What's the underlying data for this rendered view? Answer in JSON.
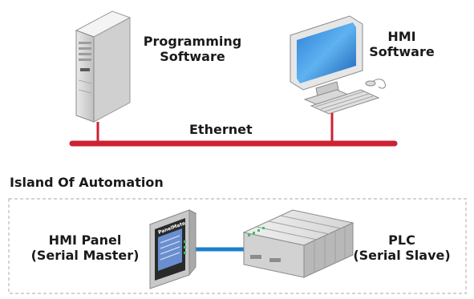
{
  "nodes": {
    "programming": {
      "line1": "Programming",
      "line2": "Software"
    },
    "hmi_pc": {
      "line1": "HMI",
      "line2": "Software"
    },
    "hmi_panel": {
      "line1": "HMI Panel",
      "line2": "(Serial Master)",
      "screen_brand": "PanelMate"
    },
    "plc": {
      "line1": "PLC",
      "line2": "(Serial Slave)"
    }
  },
  "network": {
    "label": "Ethernet"
  },
  "group": {
    "title": "Island Of Automation"
  },
  "colors": {
    "ethernet": "#cc2233",
    "serial_link": "#1f7fc9",
    "group_border": "#b9b9b9"
  }
}
